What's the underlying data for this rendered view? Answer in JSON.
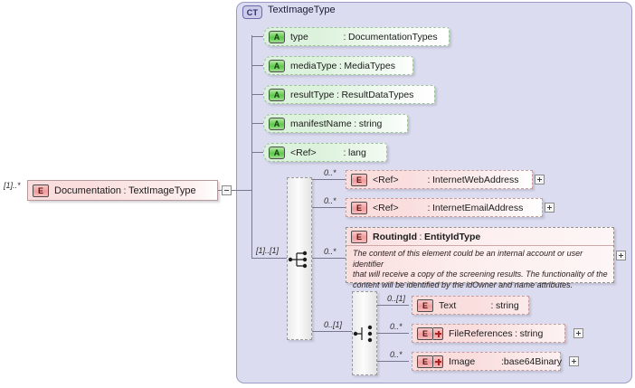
{
  "diagram": {
    "title": "TextImageType",
    "type_badge": "CT"
  },
  "root_element": {
    "cardinality": "[1]..*",
    "icon": "E",
    "name": "Documentation",
    "colon": ":",
    "type": "TextImageType",
    "toggle": "minus"
  },
  "attributes": [
    {
      "icon": "A",
      "name": "type",
      "colon": ":",
      "type": "DocumentationTypes"
    },
    {
      "icon": "A",
      "name": "mediaType",
      "colon": ":",
      "type": "MediaTypes"
    },
    {
      "icon": "A",
      "name": "resultType",
      "colon": ":",
      "type": "ResultDataTypes"
    },
    {
      "icon": "A",
      "name": "manifestName",
      "colon": ":",
      "type": "string"
    },
    {
      "icon": "A",
      "name": "<Ref>",
      "colon": ":",
      "type": "lang"
    }
  ],
  "outer_sequence": {
    "cardinality": "[1]..[1]",
    "compositor": "sequence"
  },
  "sequence_children": [
    {
      "cardinality": "0..*",
      "icon": "E",
      "name": "<Ref>",
      "colon": ":",
      "type": "InternetWebAddress",
      "expand": "plus"
    },
    {
      "cardinality": "0..*",
      "icon": "E",
      "name": "<Ref>",
      "colon": ":",
      "type": "InternetEmailAddress",
      "expand": "plus"
    },
    {
      "cardinality": "0..*",
      "icon": "E",
      "name": "RoutingId",
      "colon": ":",
      "type": "EntityIdType",
      "expand": "plus",
      "documentation": "The content of this element  could be an internal account or user identifier\nthat will receive a copy of the screening results.   The functionality of the\ncontent will be identified by the idOwner and name attributes."
    }
  ],
  "inner_choice": {
    "cardinality": "0..[1]",
    "compositor": "choice"
  },
  "choice_children": [
    {
      "cardinality": "0..[1]",
      "icon": "E",
      "name": "Text",
      "colon": ":",
      "type": "string",
      "expand": null
    },
    {
      "cardinality": "0..*",
      "icon": "E+",
      "name": "FileReferences",
      "colon": ":",
      "type": "string",
      "expand": "plus"
    },
    {
      "cardinality": "0..*",
      "icon": "E+",
      "name": "Image",
      "colon": ":",
      "type": "base64Binary",
      "expand": "plus"
    }
  ],
  "colors": {
    "panel_fill": "#dcdcf0",
    "panel_border": "#9a9ac4",
    "attribute_fill": "#dcf2dc",
    "element_fill": "#fadede",
    "line": "#777790"
  }
}
